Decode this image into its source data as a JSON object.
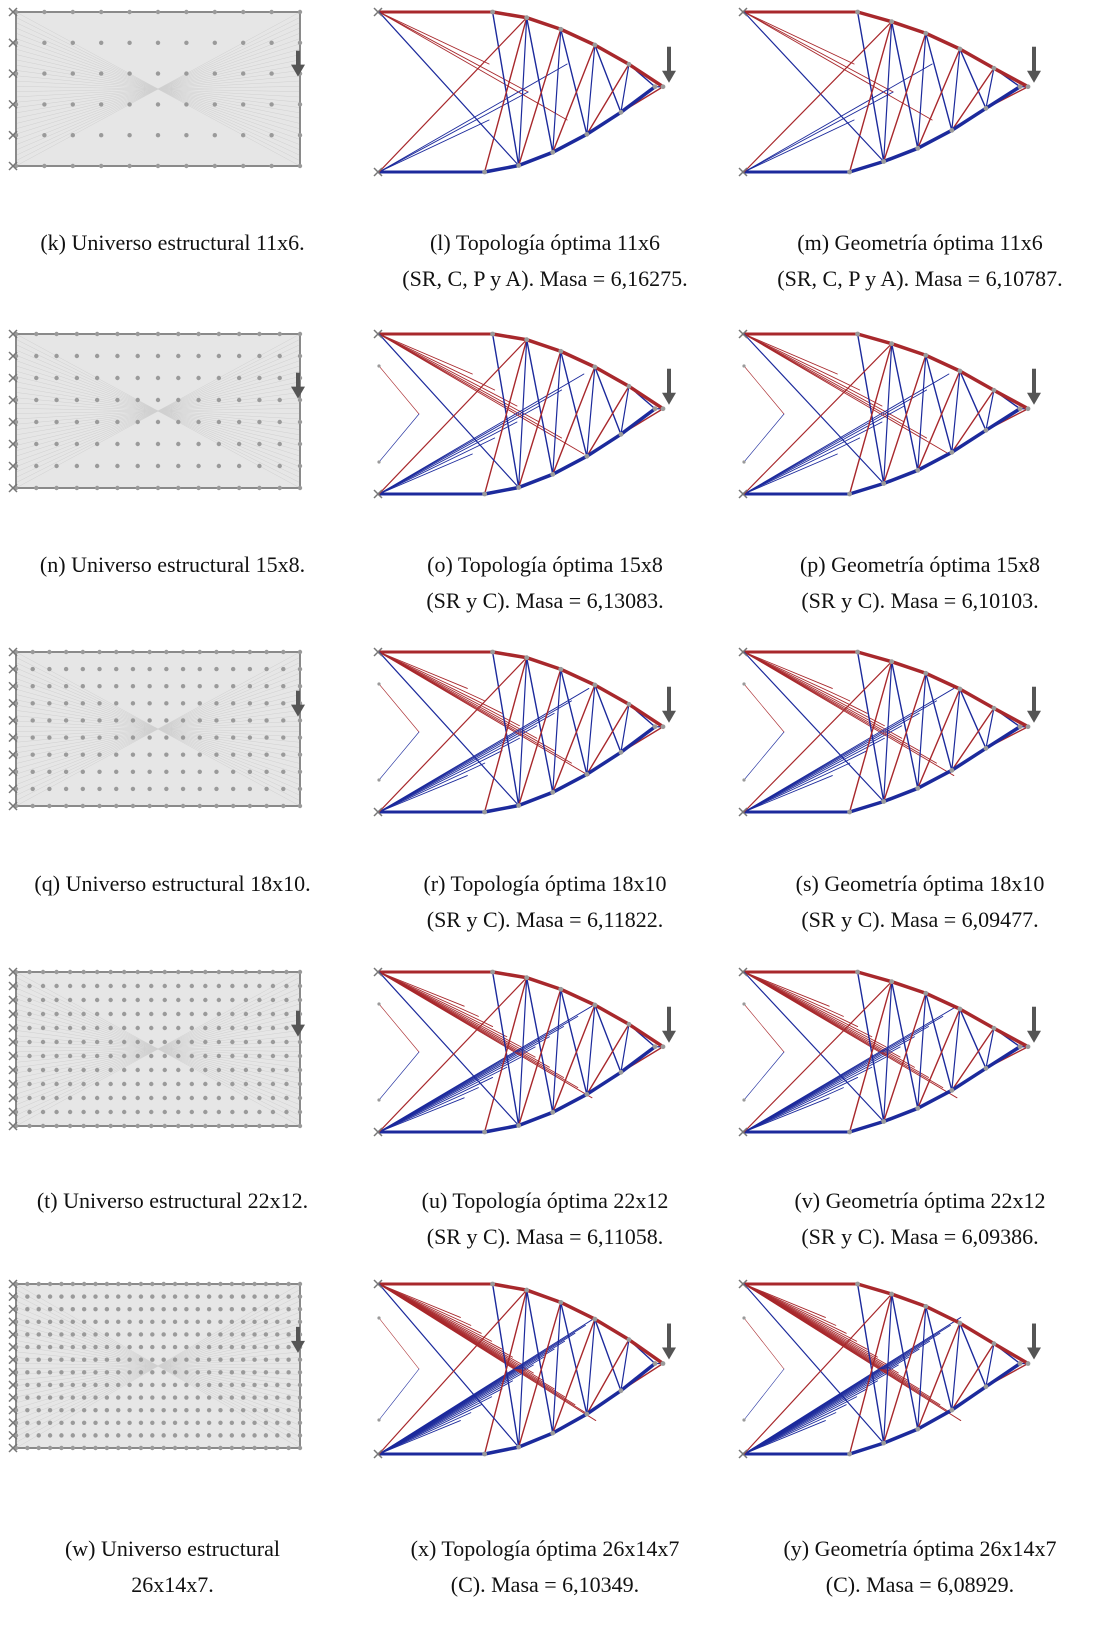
{
  "rows": [
    {
      "universe": {
        "lines": [
          "(k) Universo estructural 11x6."
        ],
        "grid": [
          11,
          6
        ]
      },
      "topology": {
        "lines": [
          "(l) Topología óptima 11x6",
          "(SR, C, P y A). Masa = 6,16275."
        ],
        "radial": 3
      },
      "geometry": {
        "lines": [
          "(m) Geometría óptima 11x6",
          "(SR, C, P y A). Masa = 6,10787."
        ],
        "radial": 3
      }
    },
    {
      "universe": {
        "lines": [
          "(n) Universo estructural 15x8."
        ],
        "grid": [
          15,
          8
        ]
      },
      "topology": {
        "lines": [
          "(o) Topología óptima 15x8",
          "(SR y C). Masa = 6,13083."
        ],
        "radial": 6
      },
      "geometry": {
        "lines": [
          "(p) Geometría óptima 15x8",
          "(SR y C). Masa = 6,10103."
        ],
        "radial": 6
      }
    },
    {
      "universe": {
        "lines": [
          "(q) Universo estructural 18x10."
        ],
        "grid": [
          18,
          10
        ]
      },
      "topology": {
        "lines": [
          "(r) Topología óptima 18x10",
          "(SR y C). Masa = 6,11822."
        ],
        "radial": 8
      },
      "geometry": {
        "lines": [
          "(s) Geometría óptima 18x10",
          "(SR y C). Masa = 6,09477."
        ],
        "radial": 8
      }
    },
    {
      "universe": {
        "lines": [
          "(t) Universo estructural 22x12."
        ],
        "grid": [
          22,
          12
        ]
      },
      "topology": {
        "lines": [
          "(u) Topología óptima 22x12",
          "(SR y C). Masa = 6,11058."
        ],
        "radial": 10
      },
      "geometry": {
        "lines": [
          "(v) Geometría óptima 22x12",
          "(SR y C). Masa = 6,09386."
        ],
        "radial": 10
      }
    },
    {
      "universe": {
        "lines": [
          "(w) Universo estructural",
          "26x14x7."
        ],
        "grid": [
          26,
          14
        ]
      },
      "topology": {
        "lines": [
          "(x) Topología óptima 26x14x7",
          "(C). Masa = 6,10349."
        ],
        "radial": 14
      },
      "geometry": {
        "lines": [
          "(y) Geometría óptima 26x14x7",
          "(C). Masa = 6,08929."
        ],
        "radial": 14
      }
    }
  ],
  "colors": {
    "tension": "#a8282c",
    "compression": "#1c2a9c",
    "node": "#9a9a9a",
    "load_arrow": "#555555",
    "universe_bg": "#e6e6e6"
  }
}
